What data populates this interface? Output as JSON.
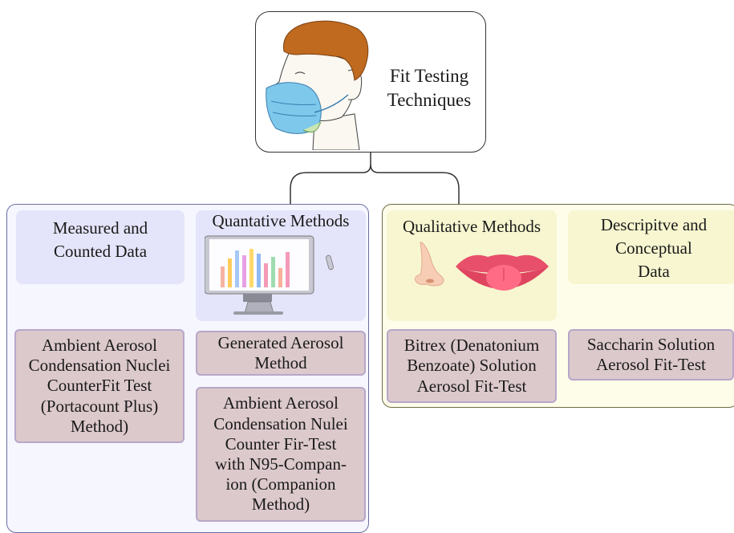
{
  "root": {
    "title_line1": "Fit Testing",
    "title_line2": "Techniques",
    "icon": "face-with-mask-icon"
  },
  "left_group": {
    "category": {
      "line1": "Measured and",
      "line2": "Counted Data"
    },
    "method": {
      "label": "Quantative Methods",
      "icon": "monitor-bar-chart-icon"
    },
    "leaves": [
      [
        "Ambient Aerosol",
        "Condensation Nuclei",
        "CounterFit Test",
        "(Portacount Plus)",
        "Method)"
      ],
      [
        "Generated Aerosol",
        "Method"
      ],
      [
        "Ambient Aerosol",
        "Condensation Nulei",
        "Counter Fir-Test",
        "with N95-Compan-",
        "ion (Companion",
        "Method)"
      ]
    ]
  },
  "right_group": {
    "method": {
      "label": "Qualitative Methods",
      "icons": [
        "nose-icon",
        "lips-tongue-icon"
      ]
    },
    "category": {
      "line1": "Descripitve and",
      "line2": "Conceptual",
      "line3": "Data"
    },
    "leaves": [
      [
        "Bitrex (Denatonium",
        "Benzoate) Solution",
        "Aerosol Fit-Test"
      ],
      [
        "Saccharin Solution",
        "Aerosol Fit-Test"
      ]
    ]
  },
  "colors": {
    "left_group_bg": "#f6f6ff",
    "right_group_bg": "#fefdea",
    "leaf_bg": "#dcc9cc",
    "mask": "#7ec8ec",
    "hair": "#c06a1f"
  }
}
